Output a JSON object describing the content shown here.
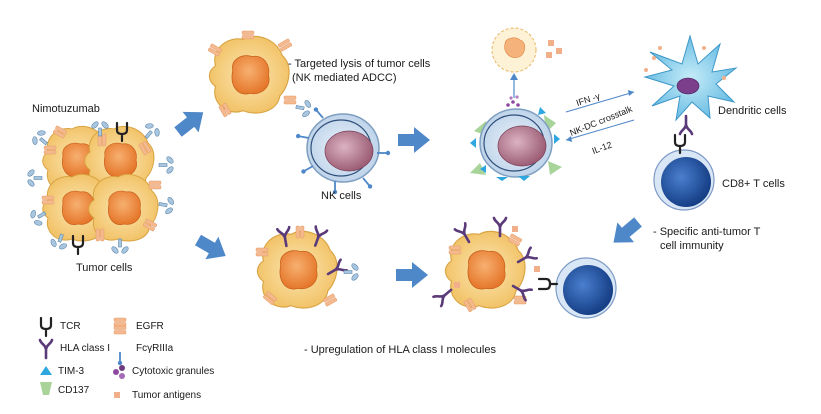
{
  "labels": {
    "nimotuzumab": "Nimotuzumab",
    "tumor_cells": "Tumor cells",
    "lysis_line1": "- Targeted lysis of tumor cells",
    "lysis_line2": "(NK mediated ADCC)",
    "nk_cells": "NK cells",
    "dendritic_cells": "Dendritic cells",
    "cd8_t_cells": "CD8+ T cells",
    "antitumor_line1": "- Specific anti-tumor T",
    "antitumor_line2": "cell immunity",
    "upregulation": "- Upregulation of HLA class I molecules",
    "ifn": "IFN -γ",
    "crosstalk": "NK-DC crosstalk",
    "il12": "IL-12"
  },
  "legend": [
    {
      "icon": "tcr-icon",
      "label": "TCR"
    },
    {
      "icon": "egfr-icon",
      "label": "EGFR"
    },
    {
      "icon": "hla-class-i-icon",
      "label": "HLA class I"
    },
    {
      "icon": "fcgriiia-icon",
      "label": "FcγRIIIa"
    },
    {
      "icon": "tim3-icon",
      "label": "TIM-3"
    },
    {
      "icon": "cytotoxic-granules-icon",
      "label": "Cytotoxic granules"
    },
    {
      "icon": "cd137-icon",
      "label": "CD137"
    },
    {
      "icon": "tumor-antigen-icon",
      "label": "Tumor antigens"
    }
  ],
  "colors": {
    "arrow": "#4f88c9",
    "tumor_outer": "#f6d58b",
    "tumor_core": "#ef8c3c",
    "egfr": "#f4b98e",
    "nk_membrane": "#c9dcef",
    "nk_nucleus": "#b57a8f",
    "dendritic": "#7ec9ea",
    "tcell": "#2f63b3",
    "hla": "#5b3a7a",
    "tim3": "#2ea6df",
    "cd137": "#a8d49a",
    "antigen": "#f2b08a"
  }
}
